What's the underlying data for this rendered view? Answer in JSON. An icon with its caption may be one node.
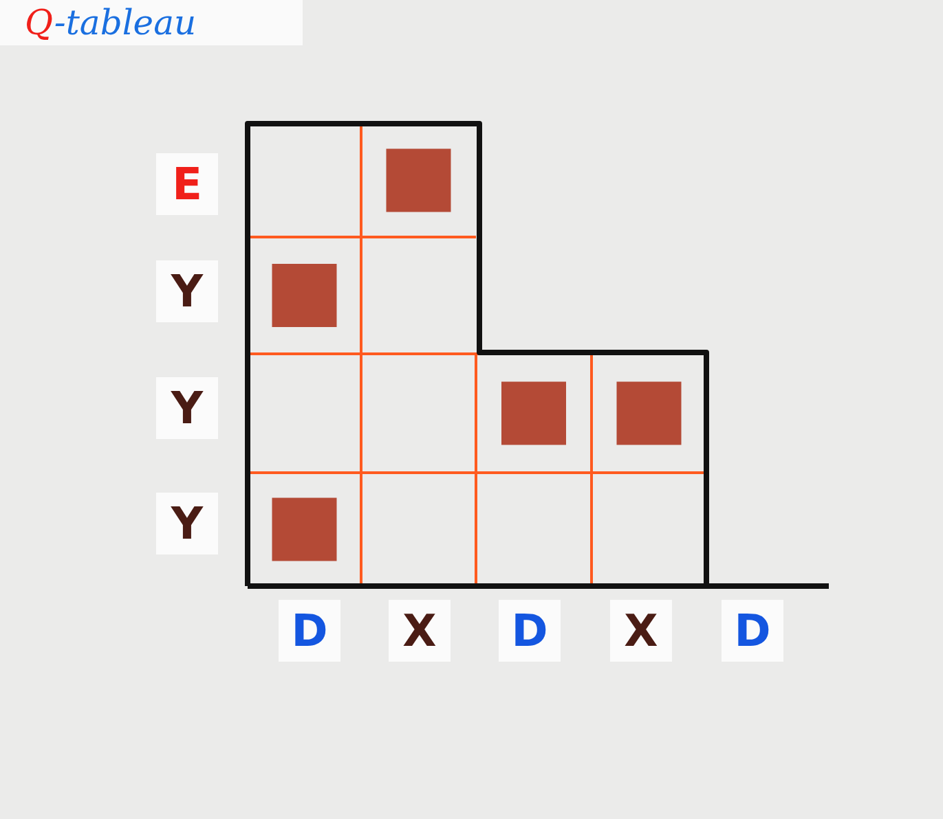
{
  "diagram": {
    "title": "Q-tableau",
    "labels": [
      "E",
      "Y",
      "Y",
      "Y",
      "D",
      "X",
      "D",
      "X",
      "D"
    ]
  }
}
